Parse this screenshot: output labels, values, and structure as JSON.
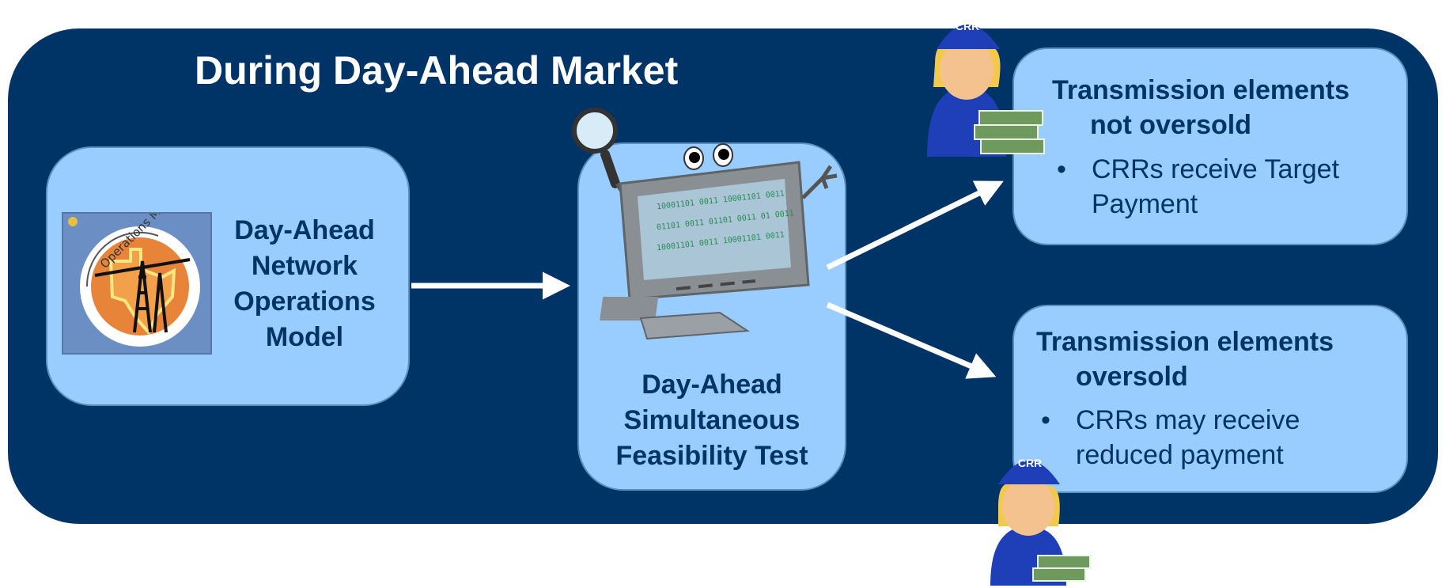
{
  "title": "During Day-Ahead Market",
  "ops_model": {
    "lines": [
      "Day-Ahead",
      "Network",
      "Operations",
      "Model"
    ],
    "logo_text": "Operations Model"
  },
  "sft": {
    "lines": [
      "Day-Ahead",
      "Simultaneous",
      "Feasibility Test"
    ],
    "screen_binary": [
      "10001101 0011  10001101 0011",
      "01101 0011  01101 0011 01 0011",
      "10001101 0011  10001101 0011"
    ]
  },
  "outcome_top": {
    "heading_lines": [
      "Transmission elements",
      "not oversold"
    ],
    "bullet_lines": [
      "CRRs receive Target",
      "Payment"
    ]
  },
  "outcome_bottom": {
    "heading_lines": [
      "Transmission elements",
      "oversold"
    ],
    "bullet_lines": [
      "CRRs may receive",
      "reduced payment"
    ]
  },
  "badge_text": "CRR",
  "bullet_char": "•",
  "colors": {
    "panel": "#003366",
    "box_fill": "#99ccff",
    "text": "#003366",
    "arrow": "#ffffff"
  }
}
